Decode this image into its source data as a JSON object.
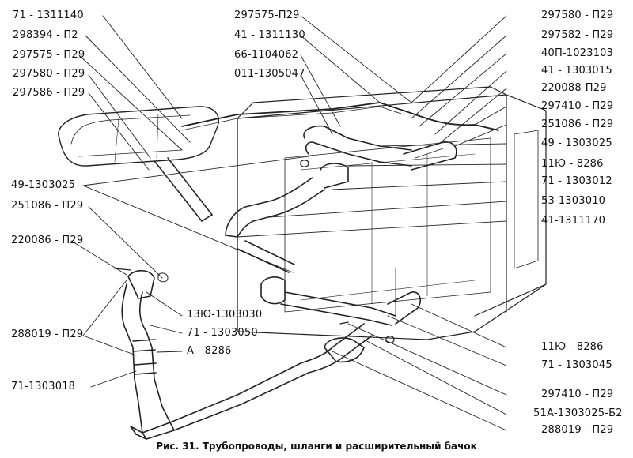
{
  "caption": "Рис. 31. Трубопроводы, шланги и расширительный бачок",
  "labels": {
    "l1": "71 - 1311140",
    "l2": "298394 - П2",
    "l3": "297575 - П29",
    "l4": "297580 - П29",
    "l5": "297586 - П29",
    "l6": "49-1303025",
    "l7": "251086 - П29",
    "l8": "220086 - П29",
    "l9": "288019 - П29",
    "l10": "71-1303018",
    "l11": "13Ю-1303030",
    "l12": "71 - 1303050",
    "l13": "А - 8286",
    "t1": "297575-П29",
    "t2": "41 - 1311130",
    "t3": "66-1104062",
    "t4": "011-1305047",
    "r1": "297580 - П29",
    "r2": "297582 - П29",
    "r3": "40П-1023103",
    "r4": "41 - 1303015",
    "r5": "220088-П29",
    "r6": "297410 - П29",
    "r7": "251086 - П29",
    "r8": "49 - 1303025",
    "r9": "11Ю - 8286",
    "r10": "71 - 1303012",
    "r11": "53-1303010",
    "r12": "41-1311170",
    "b1": "11Ю - 8286",
    "b2": "71 - 1303045",
    "b3": "297410 - П29",
    "b4": "51А-1303025-Б2",
    "b5": "288019 - П29"
  }
}
